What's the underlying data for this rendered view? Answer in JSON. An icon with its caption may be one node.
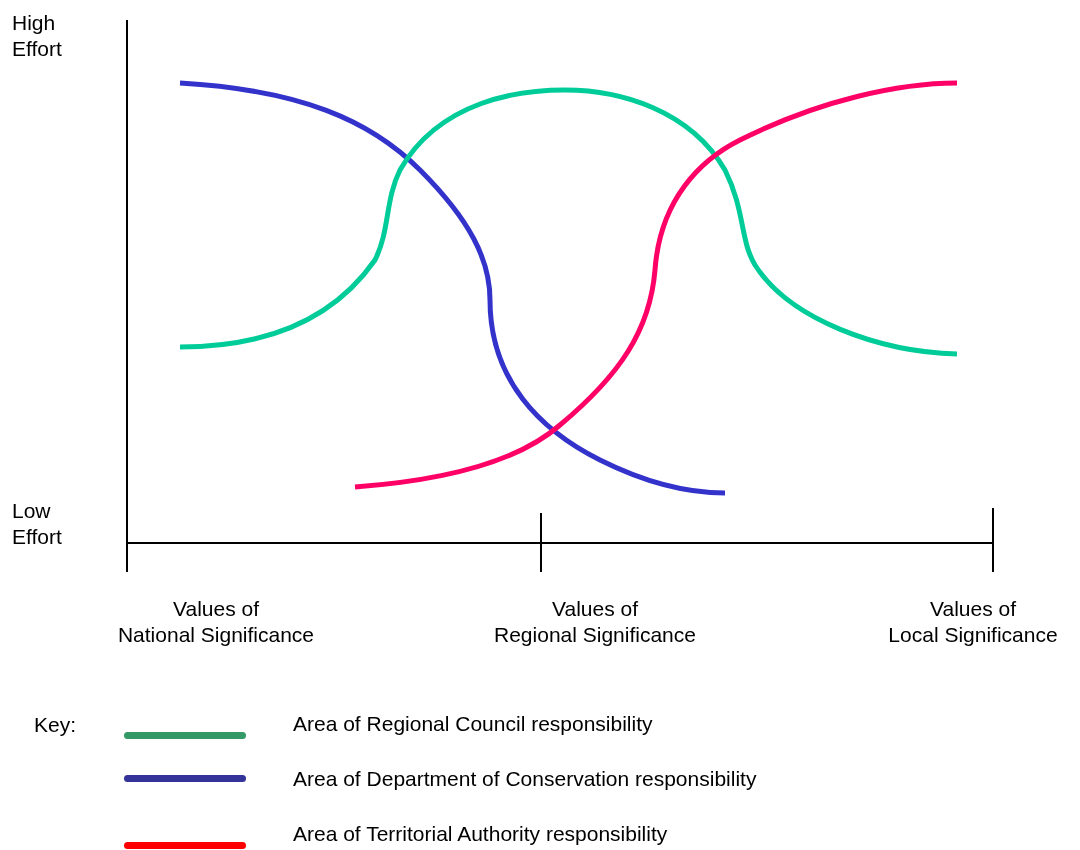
{
  "diagram": {
    "labels": [
      "High Effort",
      "Low Effort",
      "Values of National Significance",
      "Values of Regional Significance",
      "Values of Local Significance",
      "Key:"
    ],
    "legend": [
      {
        "text": "Area of Regional Council responsibility",
        "color": "#339966"
      },
      {
        "text": "Area of Department of Conservation responsibility",
        "color": "#333399"
      },
      {
        "text": "Area of Territorial Authority responsibility",
        "color": "#ff0000"
      }
    ]
  }
}
